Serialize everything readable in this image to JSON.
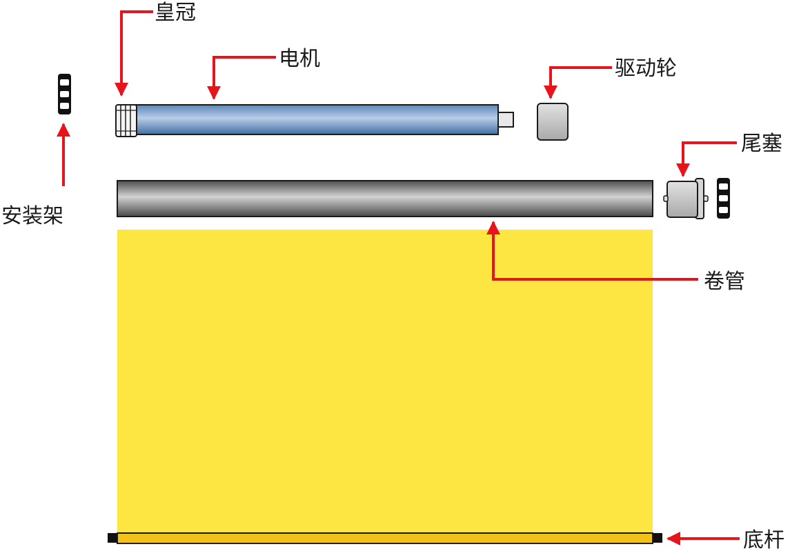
{
  "labels": {
    "crown": "皇冠",
    "motor": "电机",
    "drive_wheel": "驱动轮",
    "end_plug": "尾塞",
    "bracket": "安装架",
    "roller_tube": "卷管",
    "bottom_bar": "底杆"
  },
  "colors": {
    "arrow": "#e8141b",
    "fabric": "#fde642",
    "bottom_bar": "#f3c21a",
    "outline": "#1a1a1a",
    "motor_light": "#b8cde6",
    "motor_dark": "#5a86b8",
    "tube_light": "#cfcfcf",
    "tube_dark": "#4d4d4d",
    "part_grey": "#cfcfcf"
  }
}
